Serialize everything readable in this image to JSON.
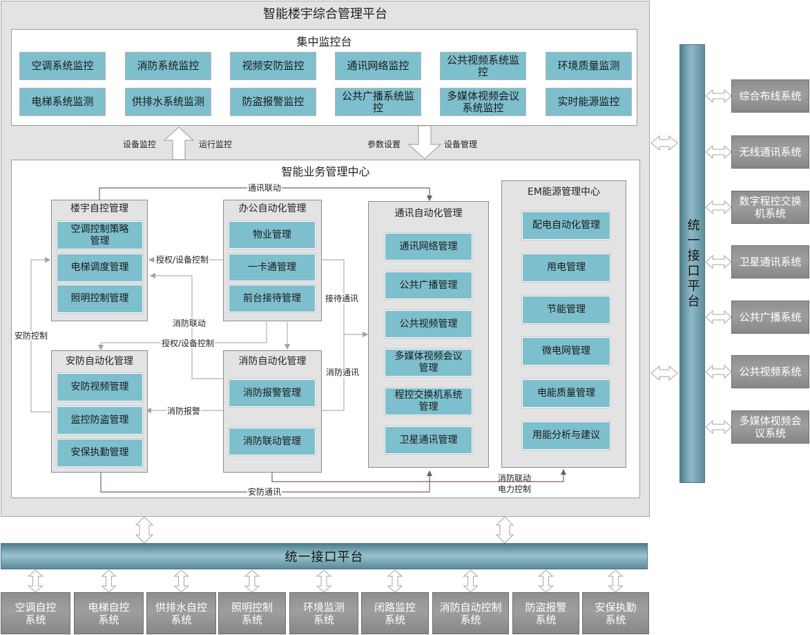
{
  "platform_title": "智能楼宇综合管理平台",
  "central": {
    "title": "集中监控台",
    "items": [
      "空调系统监控",
      "消防系统监控",
      "视频安防监控",
      "通讯网络监控",
      "公共视频系统监\n控",
      "环境质量监测",
      "电梯系统监测",
      "供排水系统监测",
      "防盗报警监控",
      "公共广播系统监\n控",
      "多媒体视频会议\n系统监控",
      "实时能源监控"
    ]
  },
  "flows": {
    "up_left": "设备监控",
    "up_right": "运行监控",
    "down_left": "参数设置",
    "down_right": "设备管理"
  },
  "business": {
    "title": "智能业务管理中心",
    "building": {
      "title": "楼宇自控管理",
      "items": [
        "空调控制策略\n管理",
        "电梯调度管理",
        "照明控制管理"
      ]
    },
    "office": {
      "title": "办公自动化管理",
      "items": [
        "物业管理",
        "一卡通管理",
        "前台接待管理"
      ]
    },
    "security": {
      "title": "安防自动化管理",
      "items": [
        "安防视频管理",
        "监控防盗管理",
        "安保执勤管理"
      ]
    },
    "fire": {
      "title": "消防自动化管理",
      "items": [
        "消防报警管理",
        "消防联动管理"
      ]
    },
    "comm": {
      "title": "通讯自动化管理",
      "items": [
        "通讯网络管理",
        "公共广播管理",
        "公共视频管理",
        "多媒体视频会议\n管理",
        "程控交换机系统\n管理",
        "卫星通讯管理"
      ]
    },
    "energy": {
      "title": "EM能源管理中心",
      "items": [
        "配电自动化管理",
        "用电管理",
        "节能管理",
        "微电网管理",
        "电能质量管理",
        "用能分析与建议"
      ]
    },
    "links": {
      "comm_link": "通讯联动",
      "auth_ctrl_1": "授权/设备控制",
      "fire_link": "消防联动",
      "auth_ctrl_2": "授权/设备控制",
      "reception": "接待通讯",
      "fire_comm": "消防通讯",
      "security_ctrl": "安防控制",
      "fire_alarm": "消防报警",
      "security_comm": "安防通讯",
      "fire_link_2": "消防联动",
      "power_ctrl": "电力控制"
    }
  },
  "right_platform": {
    "label": "统一接口平台",
    "systems": [
      "综合布线系统",
      "无线通讯系统",
      "数字程控交换\n机系统",
      "卫星通讯系统",
      "公共广播系统",
      "公共视频系统",
      "多媒体视频会\n议系统"
    ]
  },
  "bottom_platform": {
    "label": "统一接口平台",
    "systems": [
      "空调自控\n系统",
      "电梯自控\n系统",
      "供排水自控\n系统",
      "照明控制\n系统",
      "环境监测\n系统",
      "闭路监控\n系统",
      "消防自动控制\n系统",
      "防盗报警\n系统",
      "安保执勤\n系统"
    ]
  }
}
